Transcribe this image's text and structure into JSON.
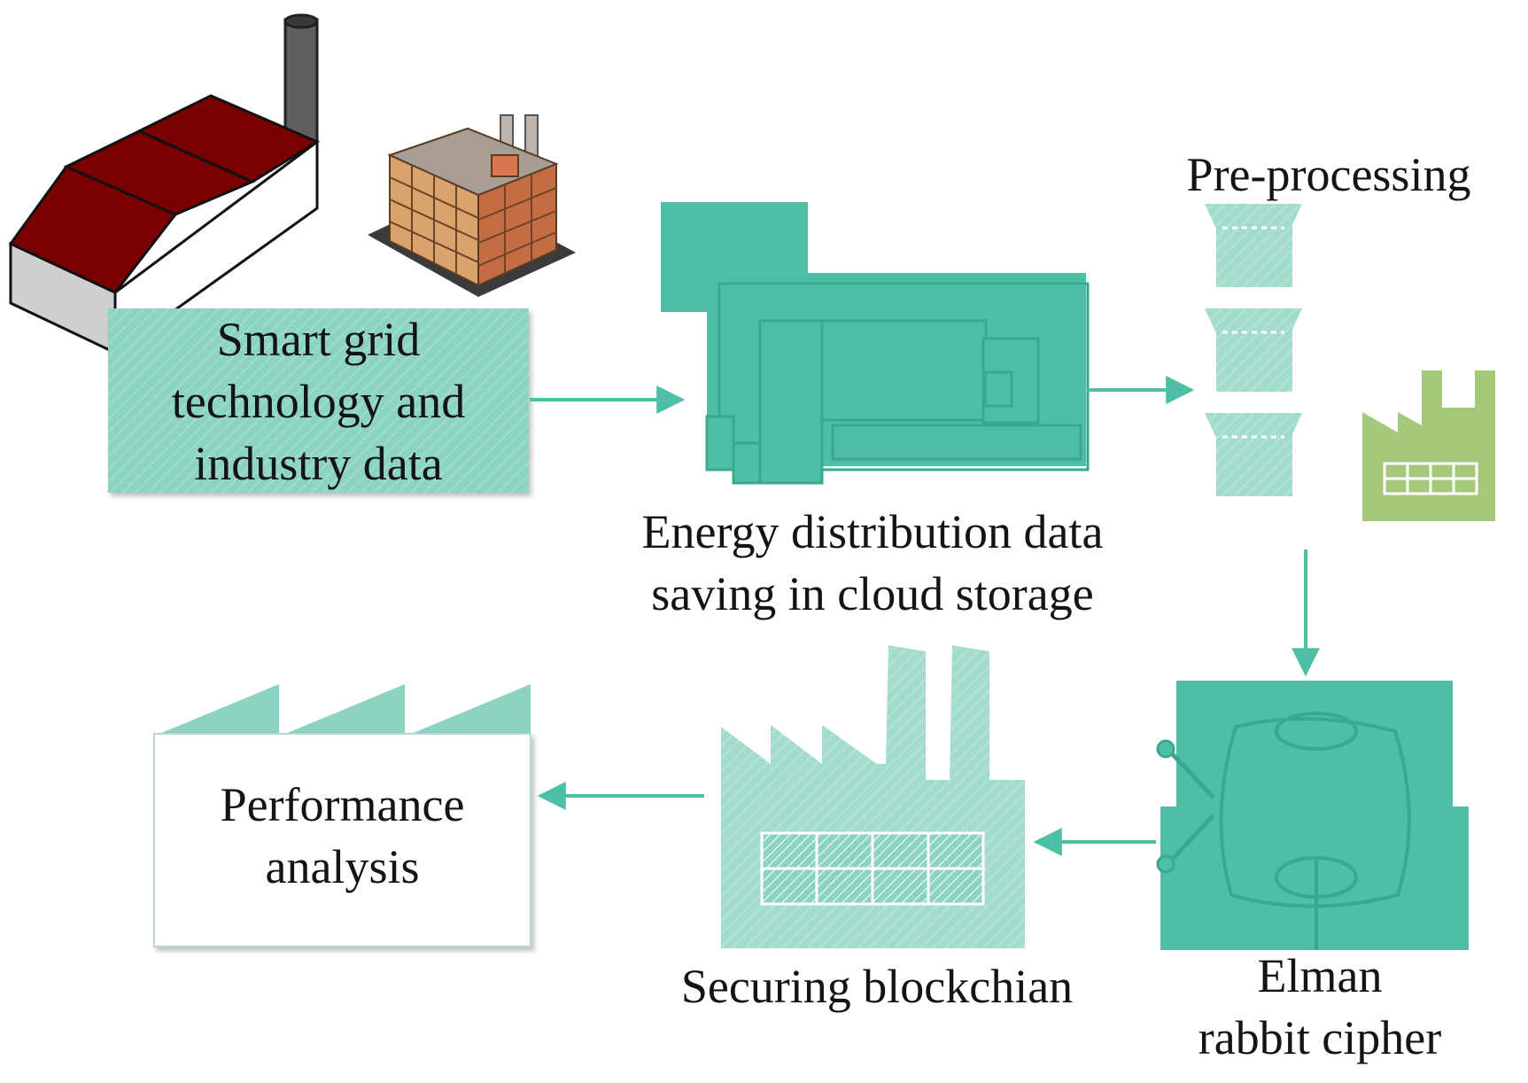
{
  "nodes": {
    "source": {
      "lines": [
        "Smart grid",
        "technology and",
        "industry data"
      ]
    },
    "storage": {
      "lines": [
        "Energy distribution data",
        "saving in cloud storage"
      ]
    },
    "preprocessing": {
      "lines": [
        "Pre-processing"
      ]
    },
    "cipher": {
      "lines": [
        "Elman",
        "rabbit cipher"
      ]
    },
    "blockchain": {
      "lines": [
        "Securing blockchian"
      ]
    },
    "analysis": {
      "lines": [
        "Performance",
        "analysis"
      ]
    }
  },
  "colors": {
    "teal": "#4dbfa4",
    "teal_light": "#8dd3c1",
    "teal_dark": "#2f9c84",
    "green_light": "#a5c97a",
    "roof_red": "#7a0000",
    "text": "#141414"
  },
  "icons": [
    "factory-red-roof-icon",
    "industrial-building-icon",
    "server-icon",
    "box-icon",
    "green-factory-icon",
    "factory-icon",
    "vault-icon"
  ]
}
